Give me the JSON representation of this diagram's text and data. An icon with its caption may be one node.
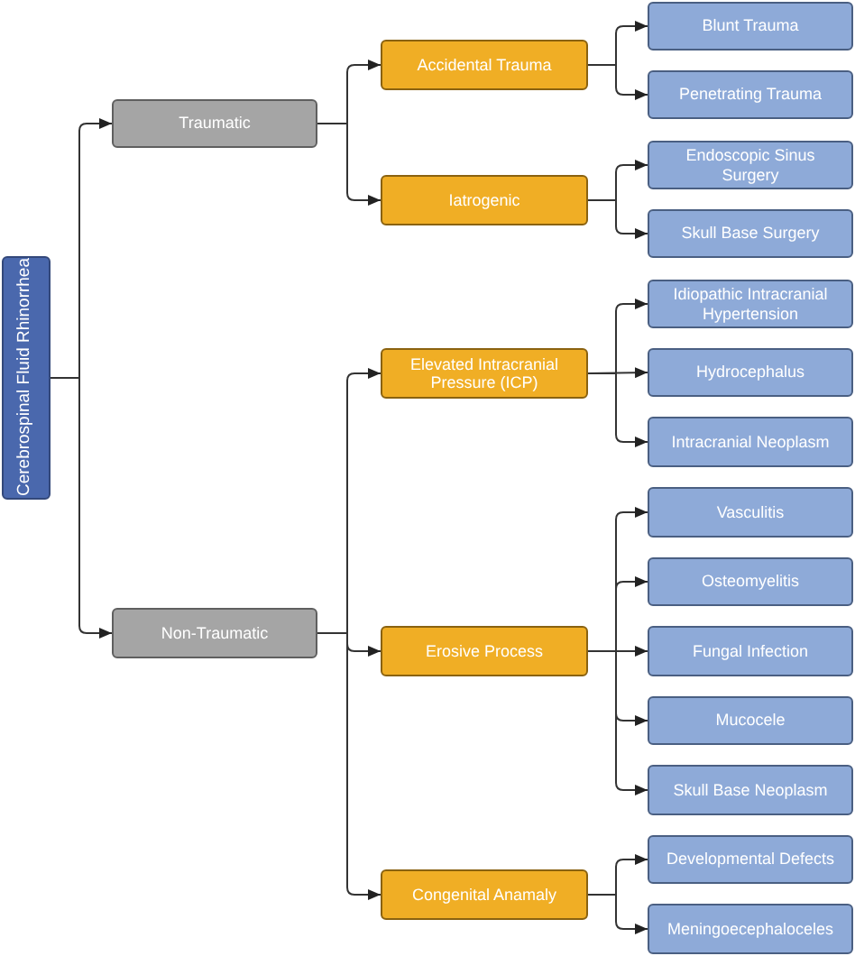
{
  "diagram": {
    "nodes": [
      {
        "text": [
          "Cerebrospinal Fluid Rhinorrhea"
        ]
      },
      {
        "text": [
          "Traumatic"
        ]
      },
      {
        "text": [
          "Accidental Trauma"
        ]
      },
      {
        "text": [
          "Blunt Trauma"
        ]
      },
      {
        "text": [
          "Penetrating Trauma"
        ]
      },
      {
        "text": [
          "Iatrogenic"
        ]
      },
      {
        "text": [
          "Endoscopic Sinus Surgery"
        ]
      },
      {
        "text": [
          "Skull Base Surgery"
        ]
      },
      {
        "text": [
          "Non-Traumatic"
        ]
      },
      {
        "text": [
          "Elevated Intracranial Pressure (ICP)"
        ]
      },
      {
        "text": [
          "Idiopathic Intracranial Hypertension"
        ]
      },
      {
        "text": [
          "Hydrocephalus"
        ]
      },
      {
        "text": [
          "Intracranial Neoplasm"
        ]
      },
      {
        "text": [
          "Erosive Process"
        ]
      },
      {
        "text": [
          "Vasculitis"
        ]
      },
      {
        "text": [
          "Osteomyelitis"
        ]
      },
      {
        "text": [
          "Fungal Infection"
        ]
      },
      {
        "text": [
          "Mucocele"
        ]
      },
      {
        "text": [
          "Skull Base Neoplasm"
        ]
      },
      {
        "text": [
          "Congenital Anamaly"
        ]
      },
      {
        "text": [
          "Developmental Defects"
        ]
      },
      {
        "text": [
          "Meningoecephaloceles"
        ]
      }
    ],
    "edges": [
      {
        "from": 0,
        "to": 1,
        "arrow": "to"
      },
      {
        "from": 0,
        "to": 8,
        "arrow": "to"
      },
      {
        "from": 1,
        "to": 2,
        "arrow": "to"
      },
      {
        "from": 1,
        "to": 5,
        "arrow": "to"
      },
      {
        "from": 2,
        "to": 3,
        "arrow": "to"
      },
      {
        "from": 2,
        "to": 4,
        "arrow": "to"
      },
      {
        "from": 5,
        "to": 6,
        "arrow": "to"
      },
      {
        "from": 5,
        "to": 7,
        "arrow": "to"
      },
      {
        "from": 8,
        "to": 9,
        "arrow": "to"
      },
      {
        "from": 8,
        "to": 13,
        "arrow": "to"
      },
      {
        "from": 8,
        "to": 19,
        "arrow": "to"
      },
      {
        "from": 9,
        "to": 10,
        "arrow": "to"
      },
      {
        "from": 9,
        "to": 11,
        "arrow": "to"
      },
      {
        "from": 9,
        "to": 12,
        "arrow": "to"
      },
      {
        "from": 13,
        "to": 14,
        "arrow": "to"
      },
      {
        "from": 13,
        "to": 15,
        "arrow": "to"
      },
      {
        "from": 13,
        "to": 16,
        "arrow": "to"
      },
      {
        "from": 13,
        "to": 17,
        "arrow": "to"
      },
      {
        "from": 13,
        "to": 18,
        "arrow": "to"
      },
      {
        "from": 19,
        "to": 20,
        "arrow": "to"
      },
      {
        "from": 19,
        "to": 21,
        "arrow": "to"
      }
    ]
  }
}
